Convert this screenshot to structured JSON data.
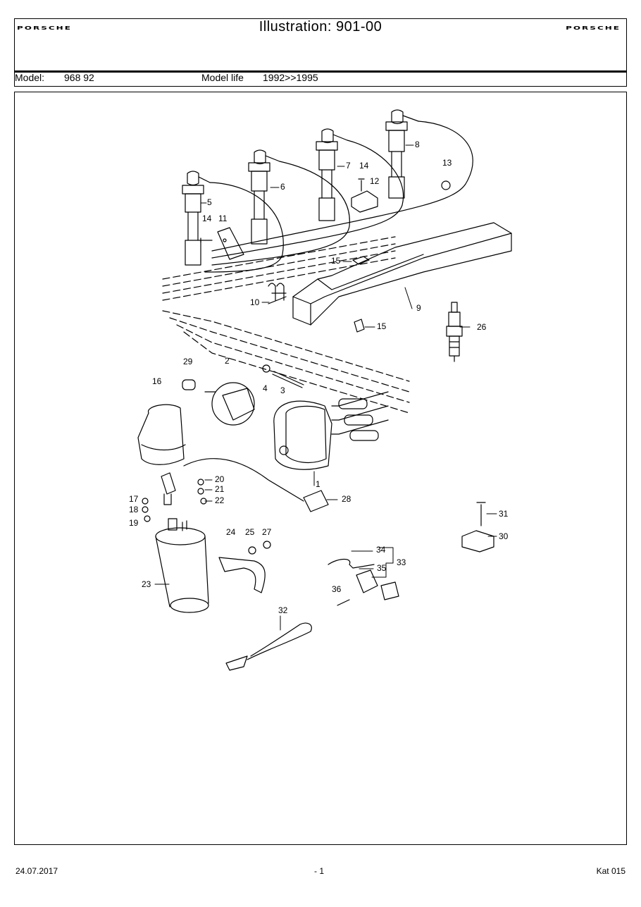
{
  "header": {
    "brand_left": "PORSCHE",
    "brand_right": "PORSCHE",
    "title": "Illustration: 901-00",
    "model_label": "Model:",
    "model_value": "968 92",
    "model_life_label": "Model life",
    "model_life_value": "1992>>1995"
  },
  "diagram": {
    "part_labels": [
      "1",
      "2",
      "3",
      "4",
      "5",
      "6",
      "7",
      "8",
      "9",
      "10",
      "11",
      "12",
      "13",
      "14",
      "14",
      "15",
      "15",
      "16",
      "17",
      "18",
      "19",
      "20",
      "21",
      "22",
      "23",
      "24",
      "25",
      "26",
      "27",
      "28",
      "29",
      "30",
      "31",
      "32",
      "33",
      "34",
      "35",
      "36"
    ]
  },
  "footer": {
    "date": "24.07.2017",
    "page": "- 1",
    "catalog": "Kat 015"
  }
}
